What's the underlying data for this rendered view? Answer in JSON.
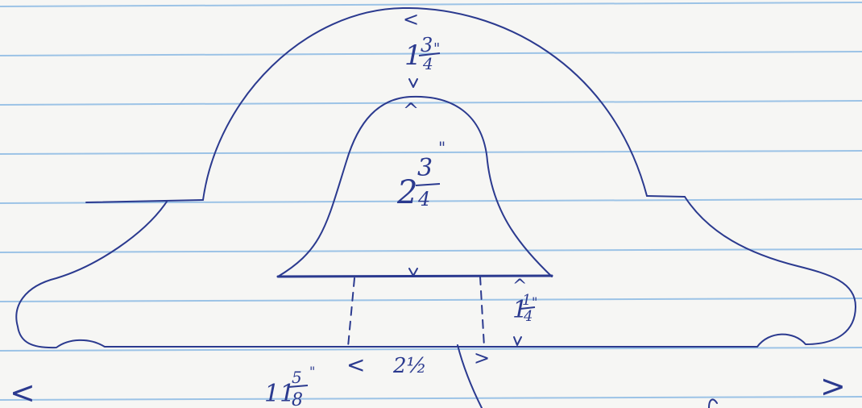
{
  "sheet": {
    "paper_color": "#f6f6f4",
    "rule_color": "#9cc3e6",
    "ink_color": "#2b3a8f"
  },
  "dimensions": {
    "top_thickness": {
      "whole": "1",
      "numerator": "3",
      "denominator": "4",
      "inch": "\""
    },
    "inner_height": {
      "whole": "2",
      "numerator": "3",
      "denominator": "4",
      "inch": "\""
    },
    "base_height": {
      "whole": "1",
      "numerator": "1",
      "denominator": "4",
      "inch": "\""
    },
    "opening_width": {
      "text": "2½"
    },
    "overall_length": {
      "whole": "11",
      "numerator": "5",
      "denominator": "8",
      "inch": "\""
    }
  },
  "arrows": {
    "left": "<",
    "right": ">",
    "small_left": "<",
    "small_right": ">"
  }
}
